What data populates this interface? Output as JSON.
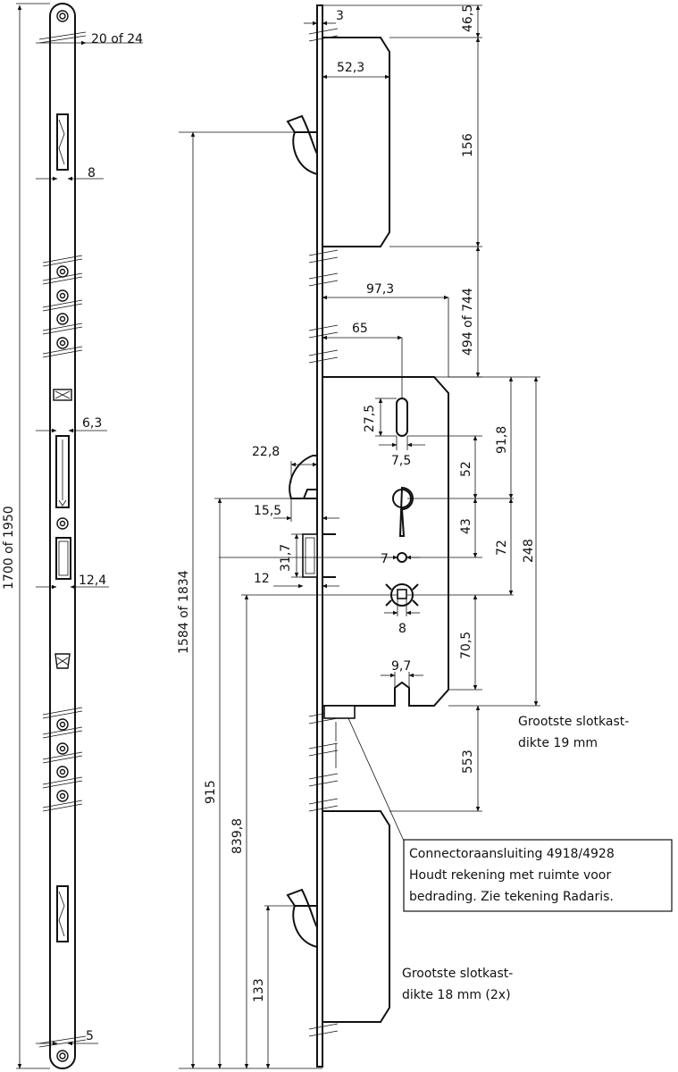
{
  "dimensions": {
    "d_20_of_24": "20 of 24",
    "d_8_strip": "8",
    "d_6_3": "6,3",
    "d_12_4": "12,4",
    "d_5": "5",
    "d_1700_of_1950": "1700 of 1950",
    "d_3": "3",
    "d_46_5": "46,5",
    "d_52_3": "52,3",
    "d_156": "156",
    "d_494_of_744": "494 of 744",
    "d_97_3": "97,3",
    "d_65": "65",
    "d_27_5": "27,5",
    "d_7_5": "7,5",
    "d_91_8": "91,8",
    "d_52": "52",
    "d_22_8": "22,8",
    "d_15_5": "15,5",
    "d_43": "43",
    "d_72": "72",
    "d_248": "248",
    "d_31_7": "31,7",
    "d_7": "7",
    "d_12": "12",
    "d_8_follower": "8",
    "d_70_5": "70,5",
    "d_9_7": "9,7",
    "d_553": "553",
    "d_1584_of_1834": "1584 of 1834",
    "d_915": "915",
    "d_839_8": "839,8",
    "d_133": "133"
  },
  "notes": {
    "slotkast_main_line1": "Grootste slotkast-",
    "slotkast_main_line2": "dikte 19 mm",
    "connector_line1": "Connectoraansluiting 4918/4928",
    "connector_line2": "Houdt rekening met ruimte voor",
    "connector_line3": "bedrading. Zie tekening Radaris.",
    "slotkast_aux_line1": "Grootste slotkast-",
    "slotkast_aux_line2": "dikte 18 mm (2x)"
  }
}
